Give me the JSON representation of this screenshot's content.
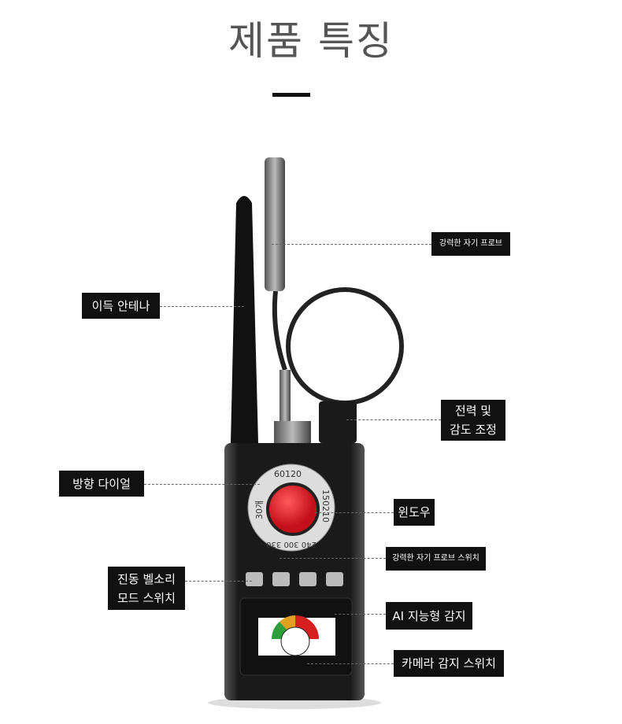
{
  "title": "제품 특징",
  "labels": {
    "probe": "강력한 자기 프로브",
    "antenna": "이득 안테나",
    "power_line1": "전력 및",
    "power_line2": "감도 조정",
    "dial": "방향 다이얼",
    "window": "윈도우",
    "probe_switch": "강력한 자기 프로브 스위치",
    "vibe_line1": "진동 벨소리",
    "vibe_line2": "모드 스위치",
    "ai": "AI 지능형 감지",
    "camera": "카메라 감지 스위치"
  },
  "dial_marks": {
    "top": "60120",
    "right": "150210",
    "left": "30개",
    "bottom": "240 300 330"
  },
  "colors": {
    "label_bg": "#111111",
    "button_red": "#e8232a",
    "title": "#555555"
  }
}
